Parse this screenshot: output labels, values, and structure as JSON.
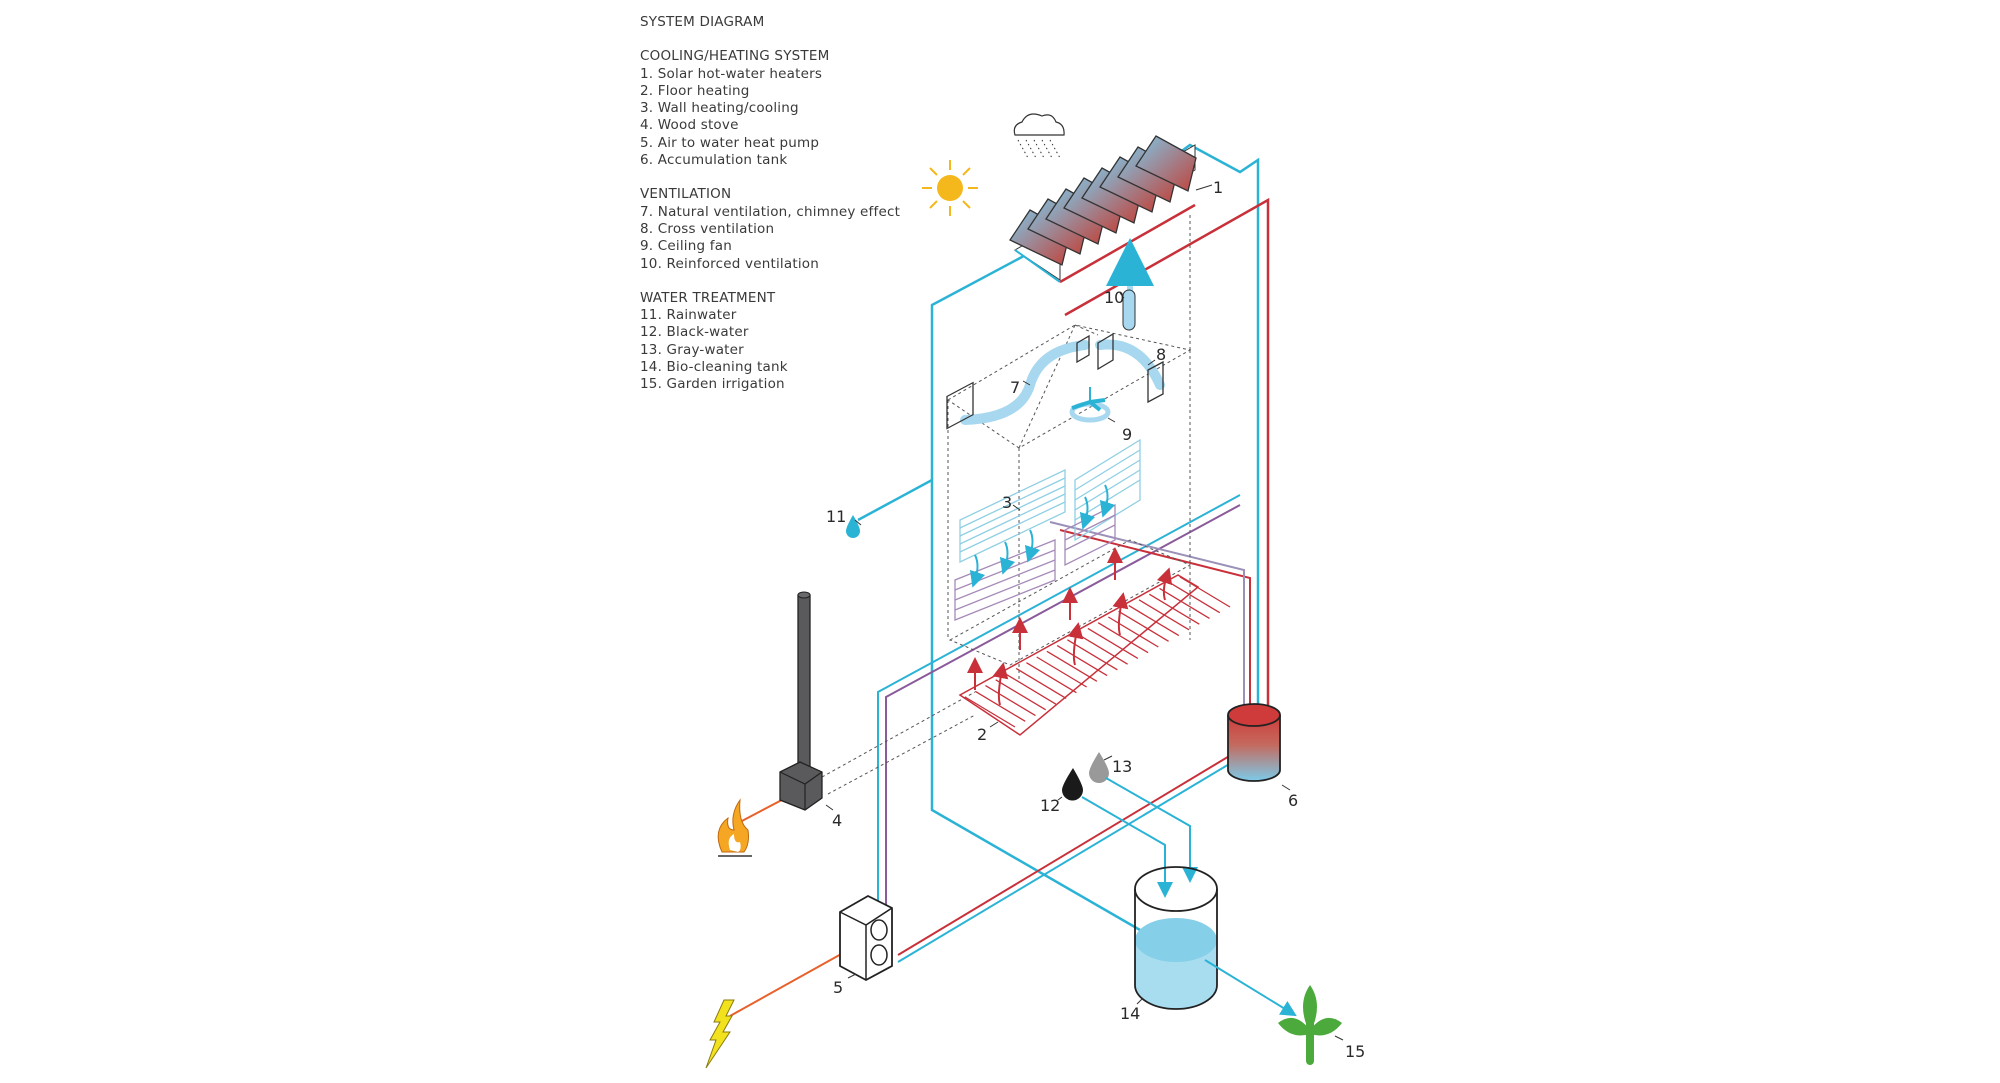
{
  "legend": {
    "title": "SYSTEM DIAGRAM",
    "sections": [
      {
        "heading": "COOLING/HEATING SYSTEM",
        "items": [
          "1. Solar hot-water heaters",
          "2. Floor heating",
          "3. Wall heating/cooling",
          "4. Wood stove",
          "5. Air to water heat pump",
          "6. Accumulation tank"
        ]
      },
      {
        "heading": "VENTILATION",
        "items": [
          "7. Natural ventilation, chimney effect",
          "8. Cross ventilation",
          "9. Ceiling fan",
          "10. Reinforced ventilation"
        ]
      },
      {
        "heading": "WATER TREATMENT",
        "items": [
          "11. Rainwater",
          "12. Black-water",
          "13. Gray-water",
          "14. Bio-cleaning tank",
          "15. Garden irrigation"
        ]
      }
    ]
  },
  "callouts": {
    "n1": "1",
    "n2": "2",
    "n3": "3",
    "n4": "4",
    "n5": "5",
    "n6": "6",
    "n7": "7",
    "n8": "8",
    "n9": "9",
    "n10": "10",
    "n11": "11",
    "n12": "12",
    "n13": "13",
    "n14": "14",
    "n15": "15"
  },
  "icons": {
    "sun": "sun-icon",
    "cloud": "rain-cloud-icon",
    "fire": "fire-icon",
    "lightning": "lightning-icon",
    "plant": "plant-icon",
    "raindrop": "raindrop-icon",
    "black_drop": "black-water-drop-icon",
    "gray_drop": "gray-water-drop-icon"
  },
  "colors": {
    "cold_pipe": "#2bb3d6",
    "hot_pipe": "#c8303a",
    "return_pipe": "#8a5a9a",
    "energy_line": "#e8602a",
    "air_flow": "#a8d8ef",
    "sun": "#f5b81c",
    "plant": "#4caa3c",
    "stove": "#5a5a5c"
  }
}
